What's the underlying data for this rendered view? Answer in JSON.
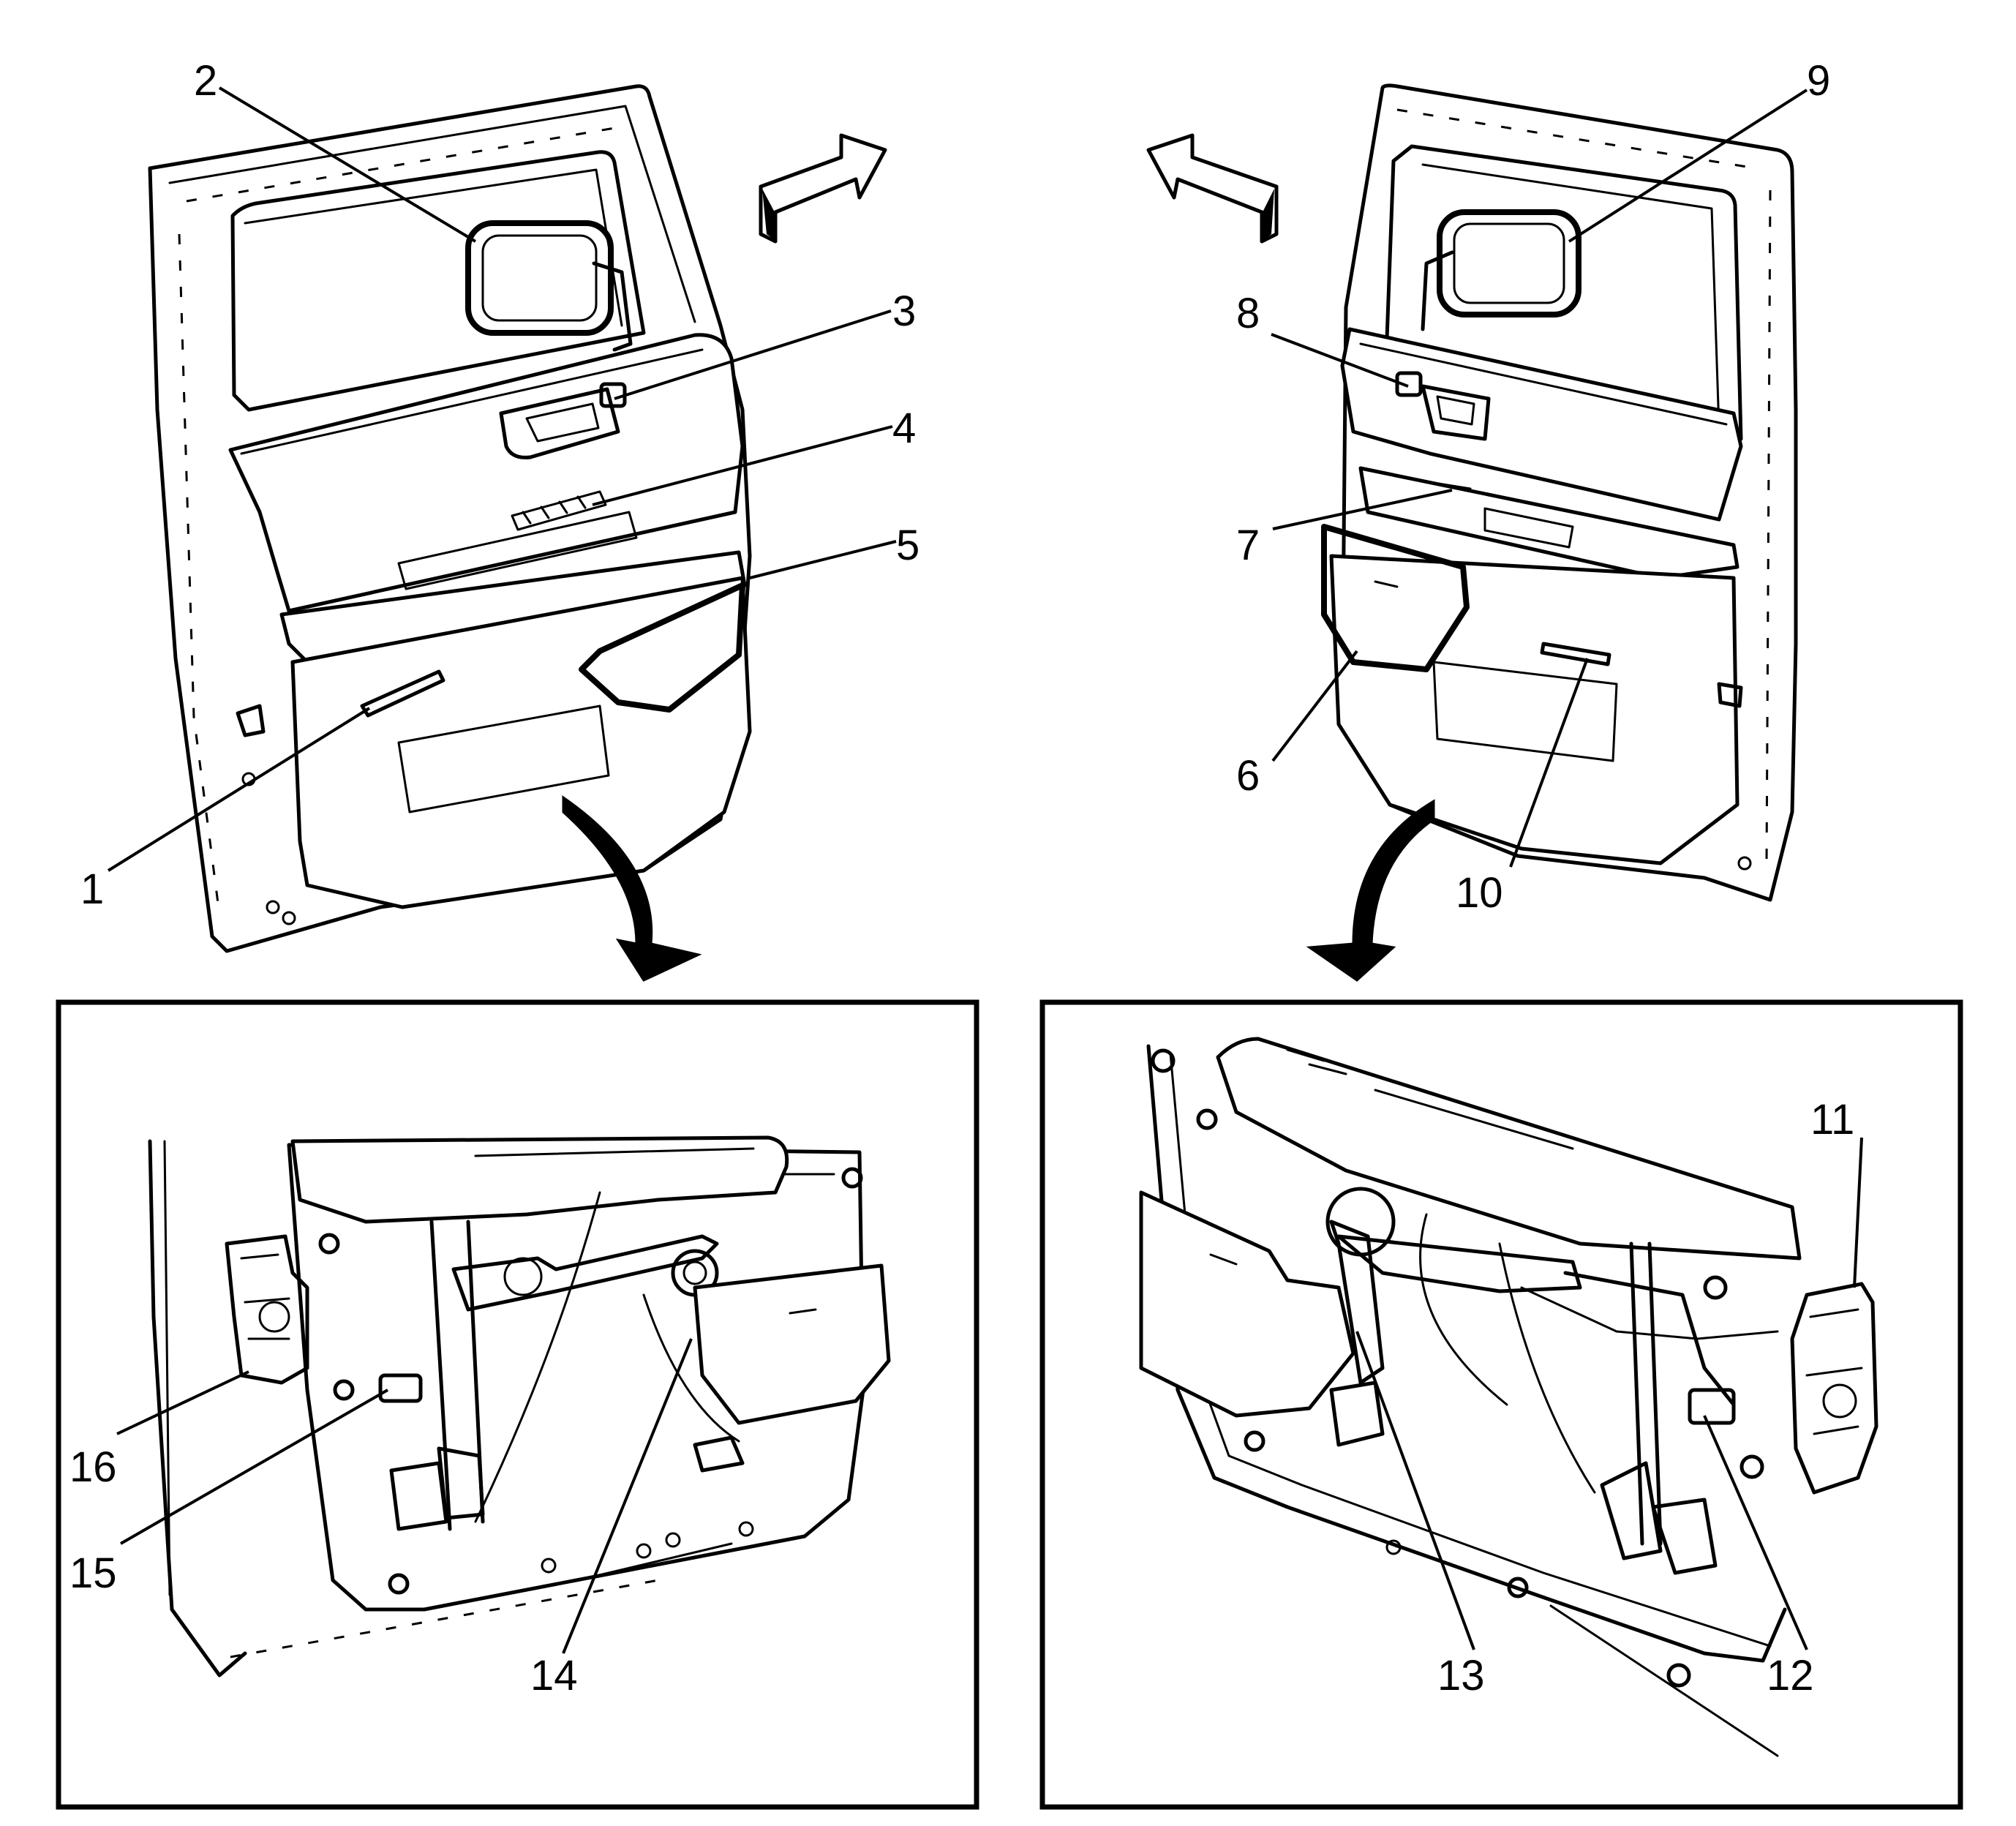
{
  "callouts": {
    "c1": "1",
    "c2": "2",
    "c3": "3",
    "c4": "4",
    "c5": "5",
    "c6": "6",
    "c7": "7",
    "c8": "8",
    "c9": "9",
    "c10": "10",
    "c11": "11",
    "c12": "12",
    "c13": "13",
    "c14": "14",
    "c15": "15",
    "c16": "16"
  },
  "colors": {
    "line": "#000000",
    "background": "#ffffff"
  },
  "icons": {
    "forward_arrow_right": "outline-arrow-right",
    "forward_arrow_left": "outline-arrow-left",
    "view_arrow": "curved-down-arrow"
  }
}
